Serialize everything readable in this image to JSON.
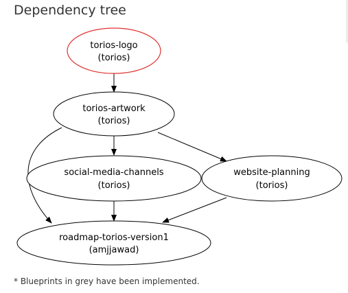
{
  "header": {
    "title": "Dependency tree"
  },
  "graph": {
    "nodes": {
      "torios_logo": {
        "name": "torios-logo",
        "owner": "(torios)",
        "outline_color": "#e03030"
      },
      "torios_artwork": {
        "name": "torios-artwork",
        "owner": "(torios)",
        "outline_color": "#000000"
      },
      "social_media_channels": {
        "name": "social-media-channels",
        "owner": "(torios)",
        "outline_color": "#000000"
      },
      "website_planning": {
        "name": "website-planning",
        "owner": "(torios)",
        "outline_color": "#000000"
      },
      "roadmap": {
        "name": "roadmap-torios-version1",
        "owner": "(amjjawad)",
        "outline_color": "#000000"
      }
    }
  },
  "footer": {
    "note": "* Blueprints in grey have been implemented."
  }
}
